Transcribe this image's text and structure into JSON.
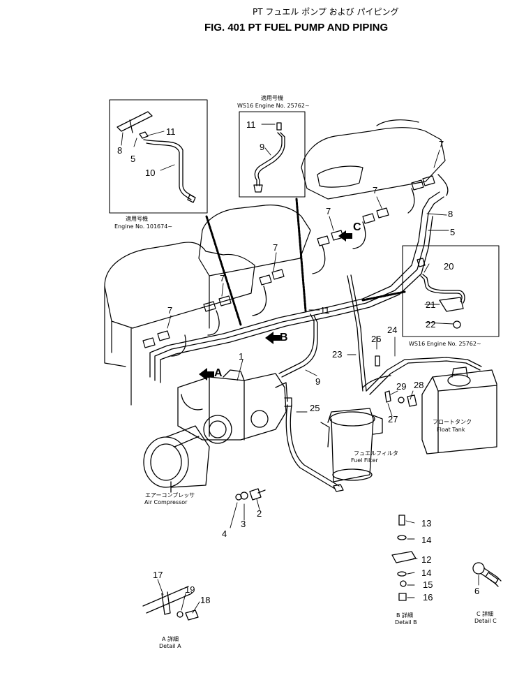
{
  "title_jp": "PT フュエル ポンプ および パイピング",
  "title_en": "FIG. 401  PT FUEL PUMP AND PIPING",
  "inset_left": {
    "serial_jp": "適用号機",
    "serial_en": "Engine No. 101674~"
  },
  "inset_mid": {
    "serial_jp": "適用号機",
    "serial_en": "WS16 Engine No. 25762~"
  },
  "inset_right": {
    "serial_en": "WS16 Engine No. 25762~"
  },
  "labels": {
    "air_compressor_jp": "エアーコンプレッサ",
    "air_compressor_en": "Air Compressor",
    "fuel_filter_jp": "フュエルフィルタ",
    "fuel_filter_en": "Fuel Filter",
    "float_tank_jp": "フロートタンク",
    "float_tank_en": "Float Tank",
    "detail_a_jp": "A 詳細",
    "detail_a_en": "Detail A",
    "detail_b_jp": "B 詳細",
    "detail_b_en": "Detail B",
    "detail_c_jp": "C 詳細",
    "detail_c_en": "Detail C",
    "arrow_a": "A",
    "arrow_b": "B",
    "arrow_c": "C"
  },
  "part_numbers": [
    "1",
    "2",
    "3",
    "4",
    "5",
    "6",
    "7",
    "8",
    "9",
    "10",
    "11",
    "12",
    "13",
    "14",
    "15",
    "16",
    "17",
    "18",
    "19",
    "20",
    "21",
    "22",
    "23",
    "24",
    "25",
    "26",
    "27",
    "28",
    "29"
  ]
}
